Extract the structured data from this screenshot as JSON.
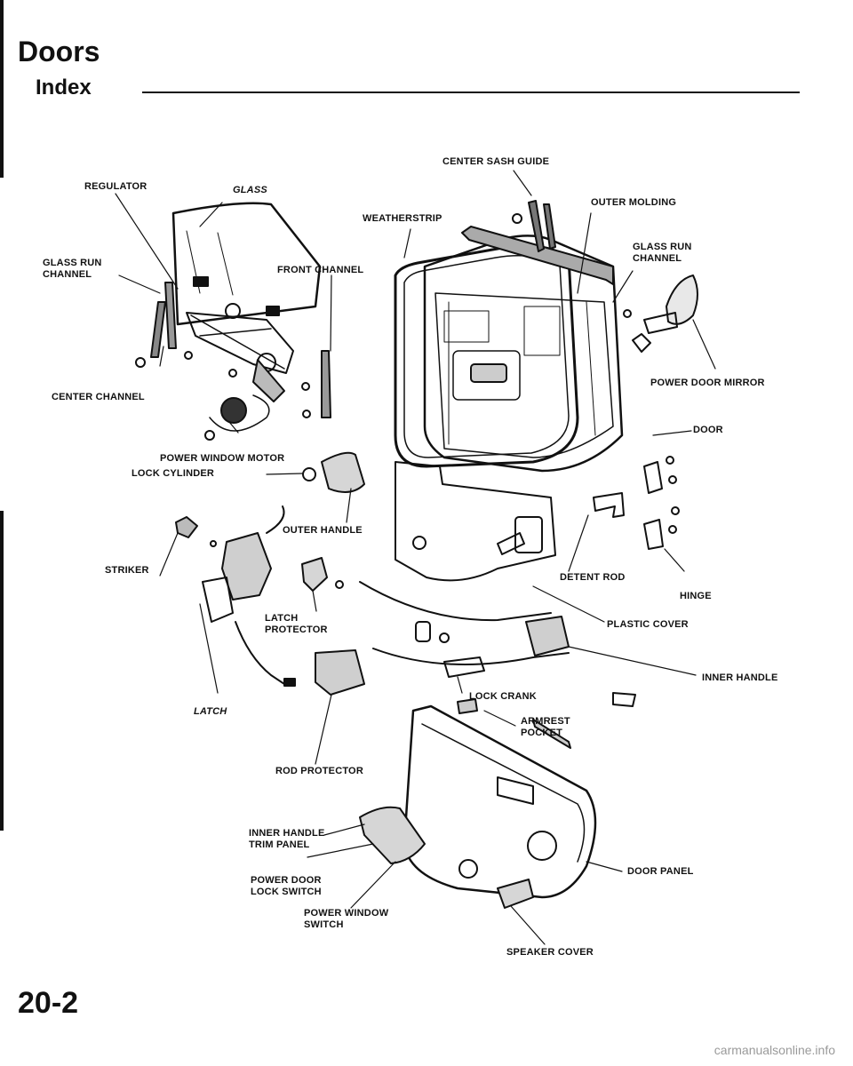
{
  "header": {
    "title": "Doors",
    "subtitle": "Index"
  },
  "page_number": "20-2",
  "footer": "carmanualsonline.info",
  "labels": {
    "center_sash_guide": "CENTER SASH GUIDE",
    "regulator": "REGULATOR",
    "glass": "GLASS",
    "outer_molding": "OUTER MOLDING",
    "weatherstrip": "WEATHERSTRIP",
    "glass_run_channel_left": "GLASS RUN\nCHANNEL",
    "glass_run_channel_right": "GLASS RUN\nCHANNEL",
    "front_channel": "FRONT CHANNEL",
    "center_channel": "CENTER CHANNEL",
    "power_door_mirror": "POWER DOOR MIRROR",
    "door": "DOOR",
    "power_window_motor": "POWER WINDOW MOTOR",
    "lock_cylinder": "LOCK CYLINDER",
    "outer_handle": "OUTER HANDLE",
    "striker": "STRIKER",
    "detent_rod": "DETENT ROD",
    "hinge": "HINGE",
    "latch_protector": "LATCH\nPROTECTOR",
    "plastic_cover": "PLASTIC COVER",
    "inner_handle": "INNER HANDLE",
    "lock_crank": "LOCK CRANK",
    "latch": "LATCH",
    "armrest_pocket": "ARMREST\nPOCKET",
    "rod_protector": "ROD PROTECTOR",
    "inner_handle_trim_panel": "INNER HANDLE\nTRIM PANEL",
    "power_door_lock_switch": "POWER DOOR\nLOCK SWITCH",
    "door_panel": "DOOR PANEL",
    "power_window_switch": "POWER WINDOW\nSWITCH",
    "speaker_cover": "SPEAKER COVER"
  }
}
